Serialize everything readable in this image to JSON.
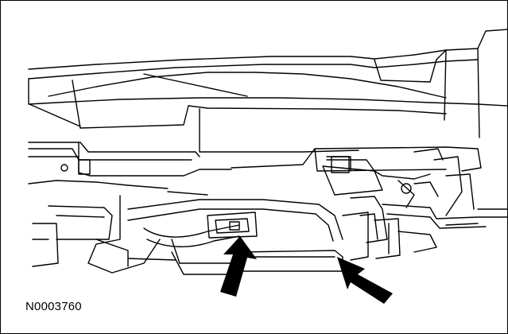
{
  "figure": {
    "id_label": "N0003760",
    "stroke_color": "#000000",
    "fill_color": "#ffffff",
    "callouts": [
      {
        "name": "arrow-left",
        "points_to": "connector"
      },
      {
        "name": "arrow-right",
        "points_to": "hose-clamp"
      }
    ]
  }
}
